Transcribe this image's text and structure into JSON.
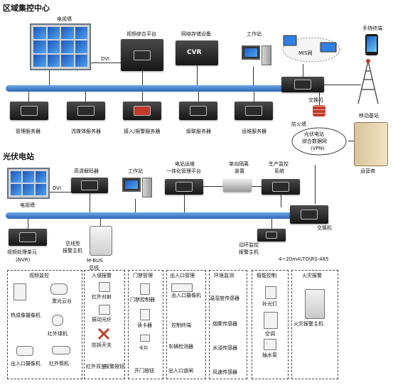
{
  "sections": {
    "regional_center": "区域集控中心",
    "pv_station": "光伏电站"
  },
  "top": {
    "video_wall": "电视墙",
    "dvi_1": "DVI",
    "video_platform": "视频综合平台",
    "storage": "网络存储设备",
    "cvr": "CVR",
    "workstation": "工作站",
    "mis": "MIS网",
    "handheld": "手持终端",
    "switch": "交换机",
    "firewall": "防火墙",
    "mobile_station": "移动基站",
    "operator": "运营商",
    "vpn_line1": "光伏电站",
    "vpn_line2": "综合数据网",
    "vpn_line3": "(VPN)",
    "servers": [
      "管理服务器",
      "流媒体服务器",
      "接入/报警服务器",
      "级联服务器",
      "运维服务器"
    ]
  },
  "bottom": {
    "video_wall": "电视墙",
    "dvi": "DVI",
    "hd_decoder": "高清解码器",
    "workstation": "工作站",
    "ops_platform_1": "电站运维",
    "ops_platform_2": "一体化管理平台",
    "isolation_1": "单向隔离",
    "isolation_2": "装置",
    "prod_monitor_1": "生产监控",
    "prod_monitor_2": "系统",
    "switch": "交换机",
    "nvr_1": "视频处理单元",
    "nvr_2": "(NVR)",
    "alarm_host_1": "总线型",
    "alarm_host_2": "报警主机",
    "mbus_1": "M-BUS",
    "mbus_2": "总线",
    "env_host_1": "动环监控",
    "env_host_2": "报警主机",
    "signal": "4~20mA\\TO\\RS-485"
  },
  "groups": [
    {
      "title": "视频监控",
      "items": [
        "热成像摄像机",
        "激光云台",
        "红外球机",
        "出入口摄像机",
        "红外筒机"
      ]
    },
    {
      "title": "入侵报警",
      "items": [
        "红外对射",
        "振动光纤",
        "防拆开关",
        "红外双鉴",
        "报警按钮"
      ]
    },
    {
      "title": "门禁管理",
      "items": [
        "门禁控制器",
        "读卡器",
        "卡片",
        "开门按钮"
      ]
    },
    {
      "title": "出入口管理",
      "items": [
        "出入口摄像机",
        "控制终端",
        "车辆检测器",
        "出入口道闸"
      ]
    },
    {
      "title": "环境监测",
      "items": [
        "温湿度传感器",
        "烟雾传感器",
        "水浸传感器",
        "风速传感器"
      ]
    },
    {
      "title": "智能控制",
      "items": [
        "补光灯",
        "空调",
        "抽水泵"
      ]
    },
    {
      "title": "火灾报警",
      "items": [
        "火灾报警主机"
      ]
    }
  ],
  "colors": {
    "bus": "#3a78d0",
    "rack": "#222222",
    "screen": "#2f7fe0",
    "firewall": "#c03a2b"
  }
}
